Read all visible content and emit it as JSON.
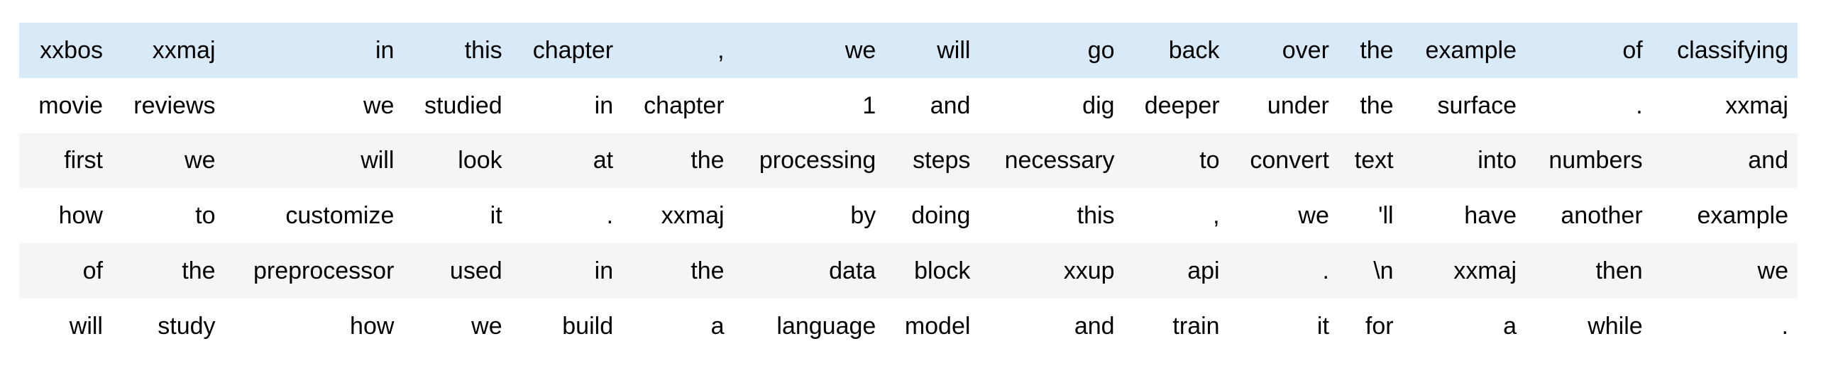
{
  "table": {
    "description": "Tokenized text batch shown as a borderless 6x15 token grid",
    "columns": 15,
    "row_styles": [
      "header",
      "plain",
      "striped",
      "plain",
      "striped",
      "plain"
    ],
    "rows": [
      [
        "xxbos",
        "xxmaj",
        "in",
        "this",
        "chapter",
        ",",
        "we",
        "will",
        "go",
        "back",
        "over",
        "the",
        "example",
        "of",
        "classifying"
      ],
      [
        "movie",
        "reviews",
        "we",
        "studied",
        "in",
        "chapter",
        "1",
        "and",
        "dig",
        "deeper",
        "under",
        "the",
        "surface",
        ".",
        "xxmaj"
      ],
      [
        "first",
        "we",
        "will",
        "look",
        "at",
        "the",
        "processing",
        "steps",
        "necessary",
        "to",
        "convert",
        "text",
        "into",
        "numbers",
        "and"
      ],
      [
        "how",
        "to",
        "customize",
        "it",
        ".",
        "xxmaj",
        "by",
        "doing",
        "this",
        ",",
        "we",
        "'ll",
        "have",
        "another",
        "example"
      ],
      [
        "of",
        "the",
        "preprocessor",
        "used",
        "in",
        "the",
        "data",
        "block",
        "xxup",
        "api",
        ".",
        "\\n",
        "xxmaj",
        "then",
        "we"
      ],
      [
        "will",
        "study",
        "how",
        "we",
        "build",
        "a",
        "language",
        "model",
        "and",
        "train",
        "it",
        "for",
        "a",
        "while",
        "."
      ]
    ]
  },
  "colors": {
    "header_row_bg": "#d8e9f8",
    "striped_row_bg": "#f5f5f6",
    "plain_row_bg": "#ffffff",
    "text": "#000000"
  }
}
